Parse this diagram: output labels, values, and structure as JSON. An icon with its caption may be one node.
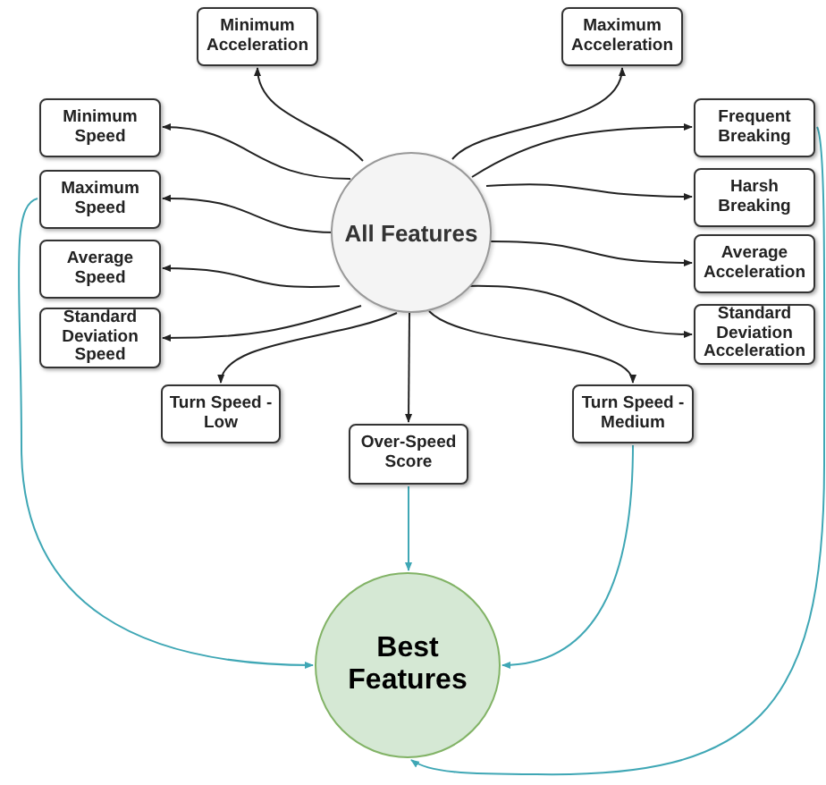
{
  "diagram": {
    "nodes": [
      {
        "text": [
          "All Features"
        ]
      },
      {
        "text": [
          "Minimum Acceleration"
        ]
      },
      {
        "text": [
          "Maximum Acceleration"
        ]
      },
      {
        "text": [
          "Minimum Speed"
        ]
      },
      {
        "text": [
          "Frequent Breaking"
        ]
      },
      {
        "text": [
          "Maximum Speed"
        ]
      },
      {
        "text": [
          "Harsh Breaking"
        ]
      },
      {
        "text": [
          "Average Speed"
        ]
      },
      {
        "text": [
          "Average Acceleration"
        ]
      },
      {
        "text": [
          "Standard Deviation Speed"
        ]
      },
      {
        "text": [
          "Standard Deviation Acceleration"
        ]
      },
      {
        "text": [
          "Turn Speed - Low"
        ]
      },
      {
        "text": [
          "Over-Speed Score"
        ]
      },
      {
        "text": [
          "Turn Speed - Medium"
        ]
      },
      {
        "text": [
          "Best Features"
        ]
      }
    ],
    "edges": [
      {
        "from": 0,
        "to": 1,
        "arrow": "to"
      },
      {
        "from": 0,
        "to": 2,
        "arrow": "to"
      },
      {
        "from": 0,
        "to": 3,
        "arrow": "to"
      },
      {
        "from": 0,
        "to": 4,
        "arrow": "to"
      },
      {
        "from": 0,
        "to": 5,
        "arrow": "to"
      },
      {
        "from": 0,
        "to": 6,
        "arrow": "to"
      },
      {
        "from": 0,
        "to": 7,
        "arrow": "to"
      },
      {
        "from": 0,
        "to": 8,
        "arrow": "to"
      },
      {
        "from": 0,
        "to": 9,
        "arrow": "to"
      },
      {
        "from": 0,
        "to": 10,
        "arrow": "to"
      },
      {
        "from": 0,
        "to": 11,
        "arrow": "to"
      },
      {
        "from": 0,
        "to": 12,
        "arrow": "to"
      },
      {
        "from": 0,
        "to": 13,
        "arrow": "to"
      },
      {
        "from": 5,
        "to": 14,
        "arrow": "to",
        "color": "#3fa7b5"
      },
      {
        "from": 12,
        "to": 14,
        "arrow": "to",
        "color": "#3fa7b5"
      },
      {
        "from": 13,
        "to": 14,
        "arrow": "to",
        "color": "#3fa7b5"
      },
      {
        "from": 4,
        "to": 14,
        "arrow": "to",
        "color": "#3fa7b5"
      }
    ]
  }
}
